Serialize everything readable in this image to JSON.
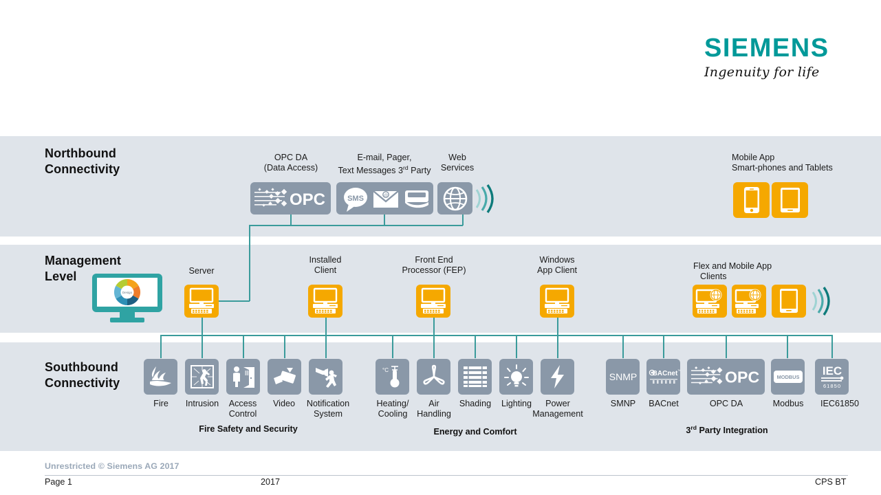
{
  "brand": {
    "name": "SIEMENS",
    "claim": "Ingenuity for life",
    "teal": "#009999",
    "orange": "#f5a800",
    "slate": "#8a98a8",
    "band_bg": "#dfe4ea",
    "line": "#3a9b9b"
  },
  "rows": {
    "northbound": {
      "title_line1": "Northbound",
      "title_line2": "Connectivity"
    },
    "management": {
      "title_line1": "Management",
      "title_line2": "Level"
    },
    "southbound": {
      "title_line1": "Southbound",
      "title_line2": "Connectivity"
    }
  },
  "northbound": {
    "items": [
      {
        "caption_line1": "OPC DA",
        "caption_line2": "(Data Access)",
        "icon": "opc-logo-icon",
        "icon_text": "OPC"
      },
      {
        "caption_line1": "E-mail, Pager,",
        "caption_line2": "Text Messages 3rd Party",
        "icon": "sms-envelope-pager-icon",
        "icon_text": "SMS"
      },
      {
        "caption_line1": "Web",
        "caption_line2": "Services",
        "icon": "globe-icon"
      }
    ],
    "mobile": {
      "caption_line1": "Mobile App",
      "caption_line2": "Smart-phones and Tablets",
      "icons": [
        "smartphone-icon",
        "tablet-icon"
      ]
    }
  },
  "management": {
    "desigo_logo_text": "Desigo",
    "items": [
      {
        "caption_line1": "Server",
        "caption_line2": "",
        "icon": "desktop-computer-icon"
      },
      {
        "caption_line1": "Installed",
        "caption_line2": "Client",
        "icon": "desktop-computer-icon"
      },
      {
        "caption_line1": "Front End",
        "caption_line2": "Processor (FEP)",
        "icon": "desktop-computer-icon"
      },
      {
        "caption_line1": "Windows",
        "caption_line2": "App Client",
        "icon": "desktop-computer-icon"
      }
    ],
    "flex": {
      "caption_line1": "Flex and Mobile App",
      "caption_line2": "Clients",
      "icons": [
        "web-client-computer-icon",
        "web-client-computer-icon",
        "tablet-icon"
      ]
    }
  },
  "southbound": {
    "groups": [
      {
        "label": "Fire Safety and Security",
        "items": [
          {
            "label_line1": "Fire",
            "label_line2": "",
            "icon": "flame-icon"
          },
          {
            "label_line1": "Intrusion",
            "label_line2": "",
            "icon": "intrusion-icon"
          },
          {
            "label_line1": "Access",
            "label_line2": "Control",
            "icon": "access-control-icon"
          },
          {
            "label_line1": "Video",
            "label_line2": "",
            "icon": "video-camera-icon"
          },
          {
            "label_line1": "Notification",
            "label_line2": "System",
            "icon": "notification-system-icon"
          }
        ]
      },
      {
        "label": "Energy and Comfort",
        "items": [
          {
            "label_line1": "Heating/",
            "label_line2": "Cooling",
            "icon": "thermometer-icon",
            "icon_text": "°C"
          },
          {
            "label_line1": "Air",
            "label_line2": "Handling",
            "icon": "fan-icon"
          },
          {
            "label_line1": "Shading",
            "label_line2": "",
            "icon": "blinds-icon"
          },
          {
            "label_line1": "Lighting",
            "label_line2": "",
            "icon": "lightbulb-icon"
          },
          {
            "label_line1": "Power",
            "label_line2": "Management",
            "icon": "lightning-bolt-icon"
          }
        ]
      },
      {
        "label": "3rd Party Integration",
        "items": [
          {
            "label_line1": "SMNP",
            "label_line2": "",
            "icon": "snmp-logo-icon",
            "icon_text": "SNMP"
          },
          {
            "label_line1": "BACnet",
            "label_line2": "",
            "icon": "bacnet-logo-icon",
            "icon_text": "BACnet"
          },
          {
            "label_line1": "OPC DA",
            "label_line2": "",
            "icon": "opc-logo-icon",
            "icon_text": "OPC"
          },
          {
            "label_line1": "Modbus",
            "label_line2": "",
            "icon": "modbus-logo-icon",
            "icon_text": "MODBUS"
          },
          {
            "label_line1": "IEC61850",
            "label_line2": "",
            "icon": "iec-logo-icon",
            "icon_text": "IEC",
            "icon_text2": "61850"
          }
        ]
      }
    ]
  },
  "footer": {
    "restriction": "Unrestricted © Siemens AG 2017",
    "page": "Page 1",
    "year": "2017",
    "department": "CPS BT"
  }
}
